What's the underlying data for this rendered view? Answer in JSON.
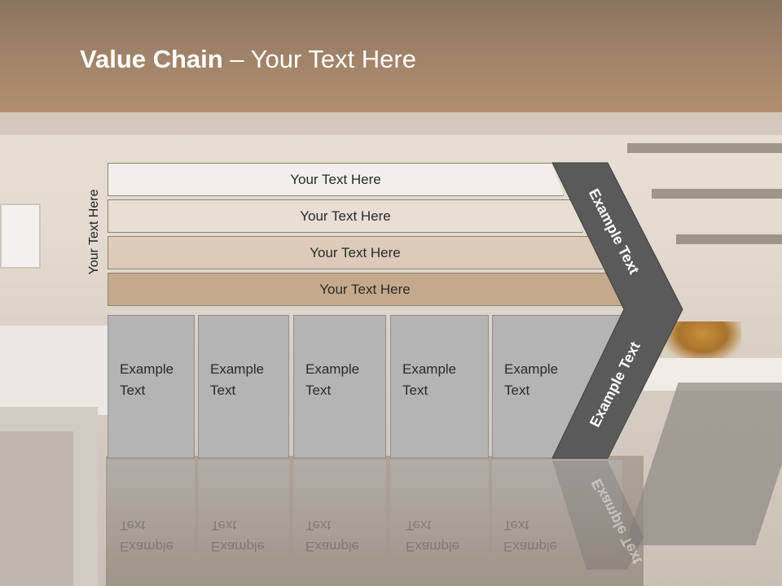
{
  "slide": {
    "title_bold": "Value Chain",
    "title_rest": " – Your Text Here",
    "side_label": "Your Text Here"
  },
  "bars": [
    {
      "label": "Your Text Here",
      "color": "#f2efea"
    },
    {
      "label": "Your Text Here",
      "color": "#e8ded3"
    },
    {
      "label": "Your Text Here",
      "color": "#dccbb8"
    },
    {
      "label": "Your Text Here",
      "color": "#c4a98c"
    }
  ],
  "boxes": [
    {
      "line1": "Example",
      "line2": "Text"
    },
    {
      "line1": "Example",
      "line2": "Text"
    },
    {
      "line1": "Example",
      "line2": "Text"
    },
    {
      "line1": "Example",
      "line2": "Text"
    },
    {
      "line1": "Example",
      "line2": "Text"
    }
  ],
  "chevron": {
    "upper_label": "Example Text",
    "lower_label": "Example Text",
    "color": "#5a5a5a"
  },
  "colors": {
    "header": "#a28469",
    "box": "#b4b4b4"
  }
}
